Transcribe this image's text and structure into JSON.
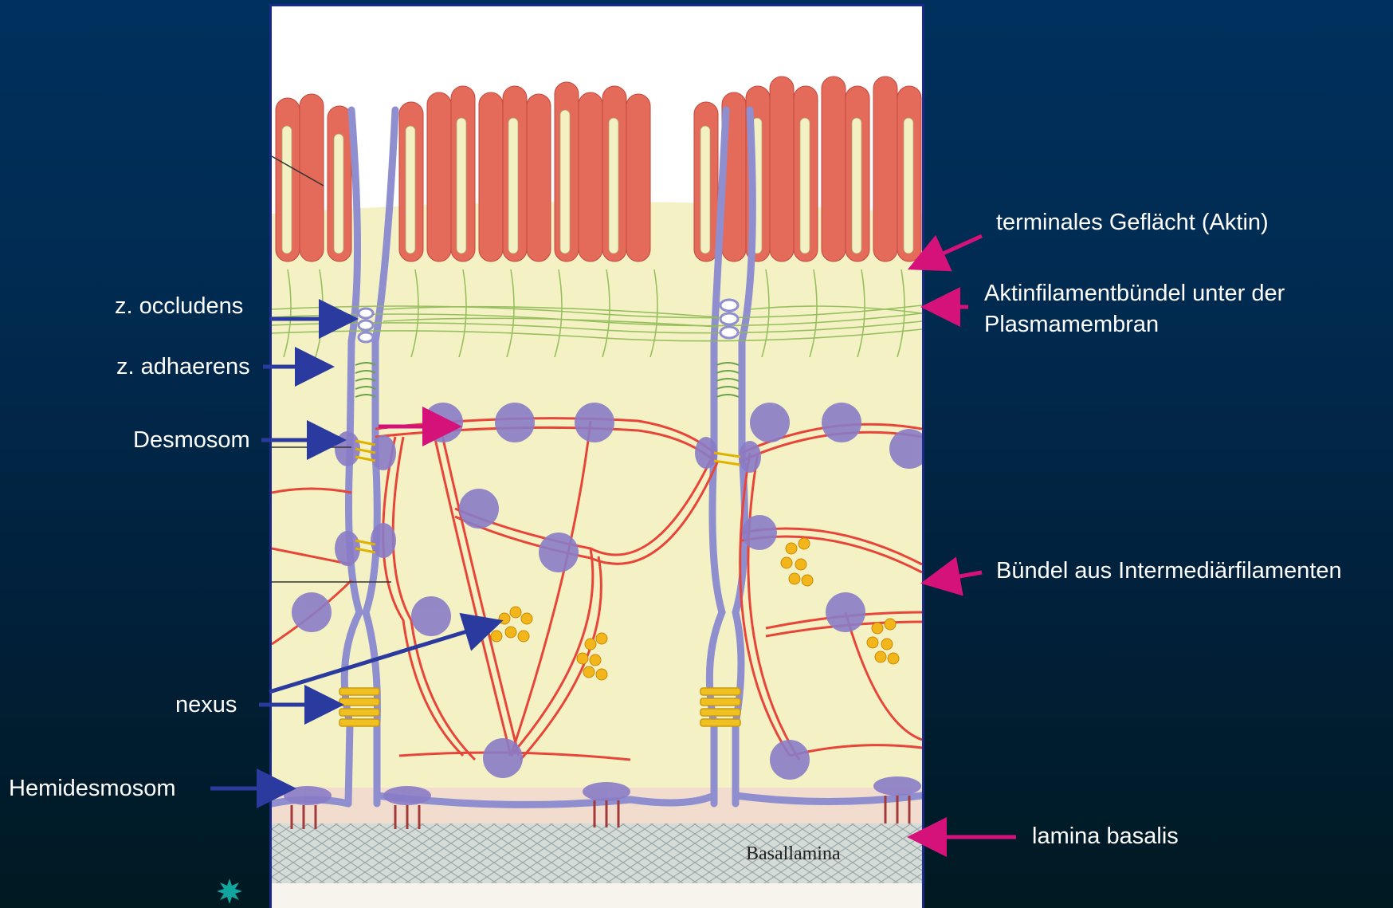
{
  "labels": {
    "z_occludens": "z. occludens",
    "z_adhaerens": "z. adhaerens",
    "desmosom": "Desmosom",
    "nexus": "nexus",
    "hemidesmosom": "Hemidesmosom",
    "terminales_geflecht": "terminales Geflächt (Aktin)",
    "aktinfilament_line1": "Aktinfilamentbündel unter der",
    "aktinfilament_line2": "Plasmamembran",
    "intermediaer": "Bündel aus Intermediärfilamenten",
    "lamina_basalis": "lamina basalis"
  },
  "figure": {
    "basallamina_text": "Basallamina"
  },
  "colors": {
    "background_top": "#00305e",
    "background_bottom": "#001a22",
    "label_text": "#ffffff",
    "left_arrow": "#2b3a9e",
    "right_arrow": "#d4127a",
    "cytoplasm": "#f4f2c4",
    "microvilli": "#e46a5a",
    "membrane": "#8f8fd0",
    "intermediate_filaments": "#e8453a",
    "desmosome_plaque": "#8a7cc7",
    "actin": "#8fba55",
    "gap_junction": "#f0c020"
  },
  "icons": {
    "slide_marker": "teal-star-icon"
  }
}
